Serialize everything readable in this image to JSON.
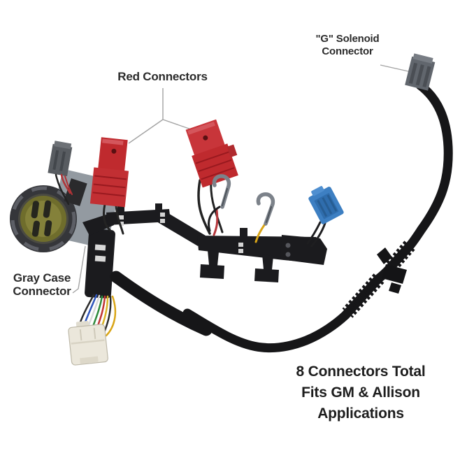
{
  "annotations": {
    "red_connectors": {
      "text": "Red Connectors"
    },
    "g_solenoid": {
      "line1": "\"G\" Solenoid",
      "line2": "Connector"
    },
    "gray_case": {
      "line1": "Gray Case",
      "line2": "Connector"
    },
    "footer": {
      "line1": "8 Connectors Total",
      "line2": "Fits GM & Allison",
      "line3": "Applications"
    }
  },
  "colors": {
    "background": "#ffffff",
    "label_text": "#2b2b2b",
    "footer_text": "#1d1d1d",
    "leader_line": "#a3a3a3",
    "red_connector": "#c1272d",
    "red_connector_highlight": "#d4565c",
    "blue_connector": "#3d7fc2",
    "gray_connector": "#61666d",
    "metal_clip": "#7c828a",
    "case_face_olive": "#6f6d2c",
    "case_plate_gray": "#939aa1",
    "harness_black": "#1b1b1e",
    "loom_black": "#161618",
    "white_connector": "#ebe7db",
    "yellow_wire": "#d9a517",
    "green_wire": "#2f8a3c",
    "blue_wire": "#2f55bb",
    "red_wire": "#c03434",
    "white_wire": "#d9d9d9"
  }
}
